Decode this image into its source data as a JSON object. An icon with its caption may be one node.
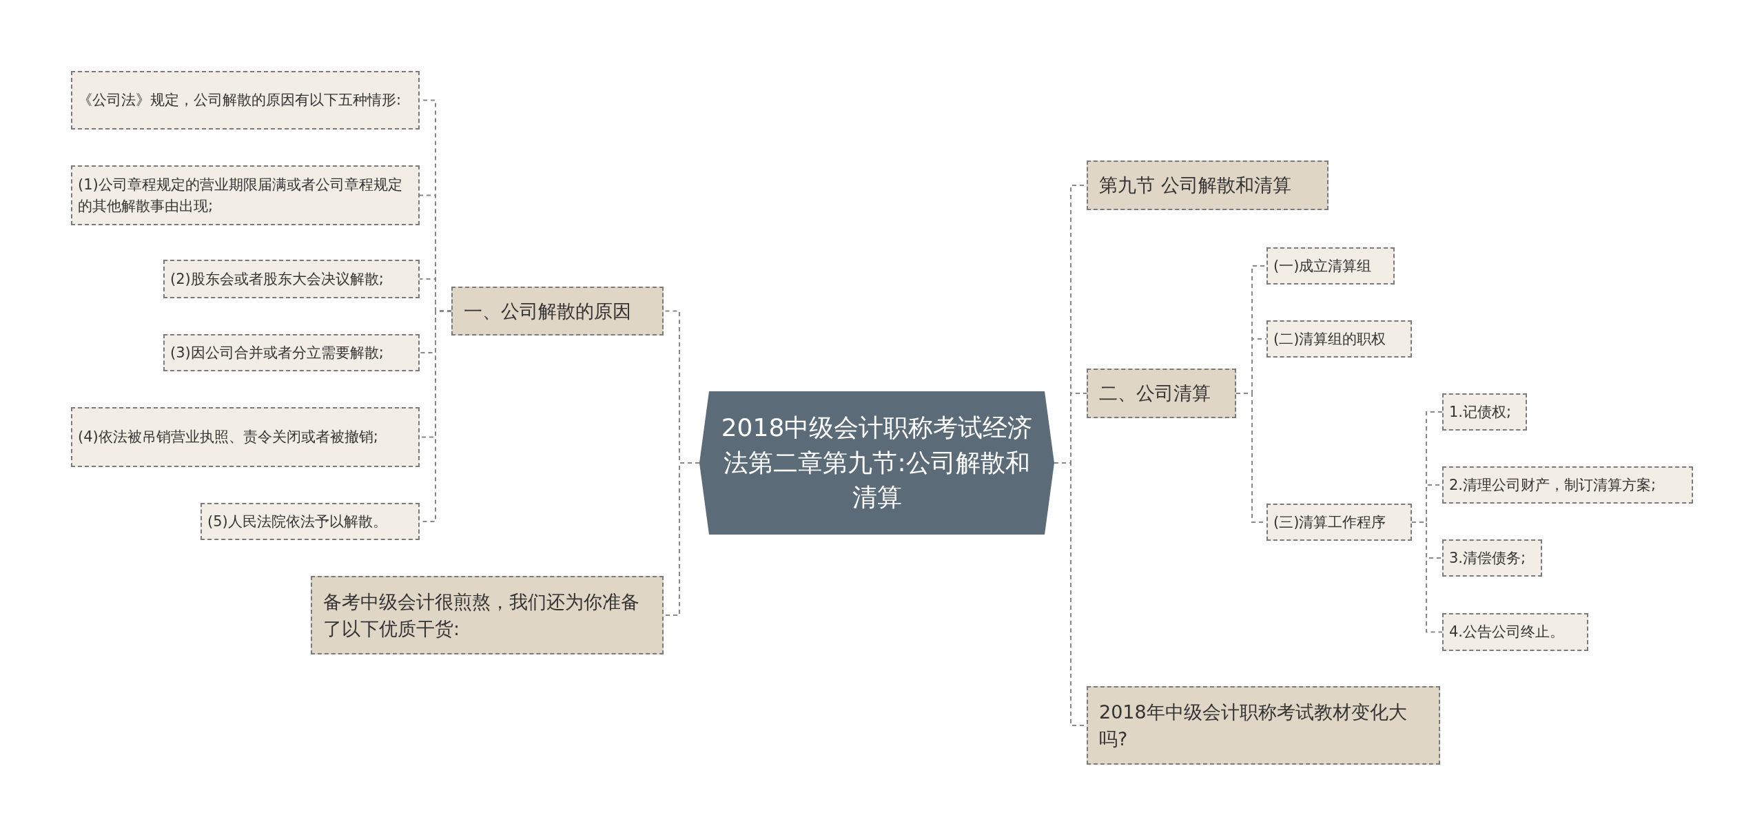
{
  "diagram": {
    "nodes": [
      {
        "text": [
          "2018中级会计职称考试经济法第二章第九节:公司解散和清算"
        ]
      },
      {
        "text": [
          "一、公司解散的原因"
        ]
      },
      {
        "text": [
          "《公司法》规定，公司解散的原因有以下五种情形:"
        ]
      },
      {
        "text": [
          "(1)公司章程规定的营业期限届满或者公司章程规定的其他解散事由出现;"
        ]
      },
      {
        "text": [
          "(2)股东会或者股东大会决议解散;"
        ]
      },
      {
        "text": [
          "(3)因公司合并或者分立需要解散;"
        ]
      },
      {
        "text": [
          "(4)依法被吊销营业执照、责令关闭或者被撤销;"
        ]
      },
      {
        "text": [
          "(5)人民法院依法予以解散。"
        ]
      },
      {
        "text": [
          "备考中级会计很煎熬，我们还为你准备了以下优质干货:"
        ]
      },
      {
        "text": [
          "第九节 公司解散和清算"
        ]
      },
      {
        "text": [
          "二、公司清算"
        ]
      },
      {
        "text": [
          "(一)成立清算组"
        ]
      },
      {
        "text": [
          "(二)清算组的职权"
        ]
      },
      {
        "text": [
          "(三)清算工作程序"
        ]
      },
      {
        "text": [
          "1.记债权;"
        ]
      },
      {
        "text": [
          "2.清理公司财产，制订清算方案;"
        ]
      },
      {
        "text": [
          "3.清偿债务;"
        ]
      },
      {
        "text": [
          "4.公告公司终止。"
        ]
      },
      {
        "text": [
          "2018年中级会计职称考试教材变化大吗?"
        ]
      }
    ],
    "edges": [
      {
        "from": 0,
        "to": 1,
        "arrow": "none"
      },
      {
        "from": 1,
        "to": 2,
        "arrow": "none"
      },
      {
        "from": 1,
        "to": 3,
        "arrow": "none"
      },
      {
        "from": 1,
        "to": 4,
        "arrow": "none"
      },
      {
        "from": 1,
        "to": 5,
        "arrow": "none"
      },
      {
        "from": 1,
        "to": 6,
        "arrow": "none"
      },
      {
        "from": 1,
        "to": 7,
        "arrow": "none"
      },
      {
        "from": 0,
        "to": 8,
        "arrow": "none"
      },
      {
        "from": 0,
        "to": 9,
        "arrow": "none"
      },
      {
        "from": 0,
        "to": 10,
        "arrow": "none"
      },
      {
        "from": 10,
        "to": 11,
        "arrow": "none"
      },
      {
        "from": 10,
        "to": 12,
        "arrow": "none"
      },
      {
        "from": 10,
        "to": 13,
        "arrow": "none"
      },
      {
        "from": 13,
        "to": 14,
        "arrow": "none"
      },
      {
        "from": 13,
        "to": 15,
        "arrow": "none"
      },
      {
        "from": 13,
        "to": 16,
        "arrow": "none"
      },
      {
        "from": 13,
        "to": 17,
        "arrow": "none"
      },
      {
        "from": 0,
        "to": 18,
        "arrow": "none"
      }
    ]
  }
}
